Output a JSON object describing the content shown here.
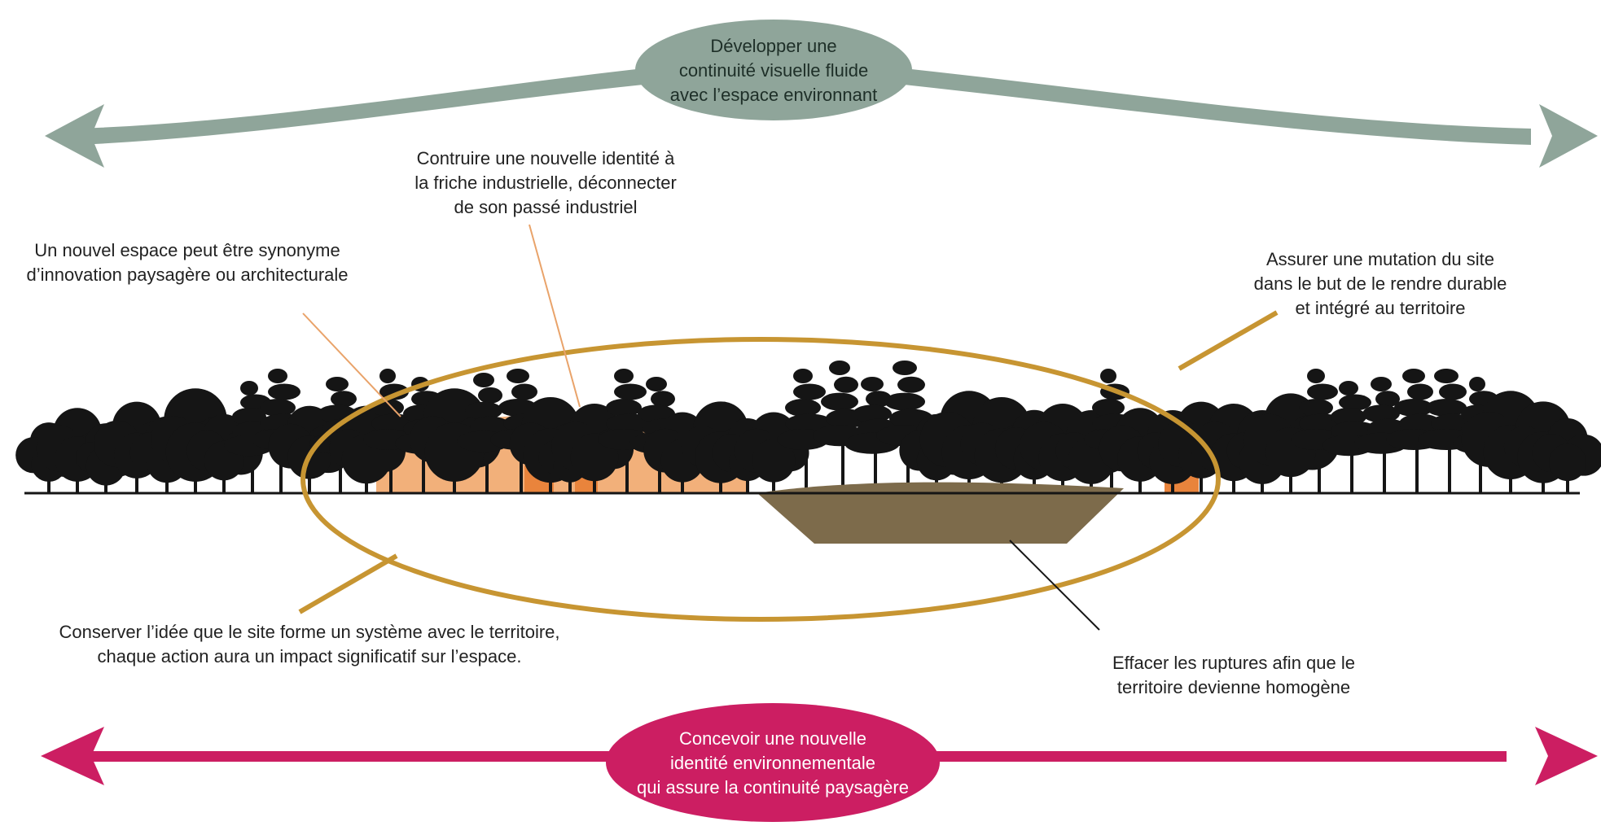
{
  "colors": {
    "sage_arrow": "#8fa59a",
    "magenta_arrow": "#cc1e62",
    "gold_ellipse": "#c79532",
    "building_orange": "#f2b07a",
    "building_dark_orange": "#e9843c",
    "earth_brown": "#7d6b4b",
    "tree_black": "#151515"
  },
  "top_bubble": {
    "lines": [
      "Développer une",
      "continuité visuelle fluide",
      "avec l’espace environnant"
    ]
  },
  "bottom_bubble": {
    "lines": [
      "Concevoir une nouvelle",
      "identité environnementale",
      "qui assure la continuité paysagère"
    ]
  },
  "labels": {
    "identity": [
      "Contruire une nouvelle identité à",
      "la friche industrielle, déconnecter",
      "de son passé industriel"
    ],
    "innovation": [
      "Un nouvel espace peut être synonyme",
      "d’innovation paysagère ou architecturale"
    ],
    "mutation": [
      "Assurer une mutation du site",
      "dans le but de le rendre durable",
      "et intégré au territoire"
    ],
    "system": [
      "Conserver l’idée que le site forme un système avec le territoire,",
      "chaque action aura un impact significatif sur l’espace."
    ],
    "ruptures": [
      "Effacer les ruptures afin que le",
      "territoire devienne homogène"
    ]
  }
}
